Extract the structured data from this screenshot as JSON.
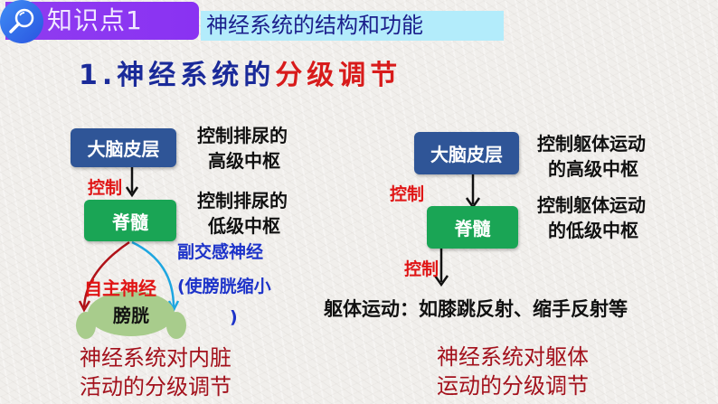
{
  "header": {
    "badge_label": "知识点1",
    "badge_icon": "magnifier-icon",
    "topic": "神经系统的结构和功能",
    "colors": {
      "badge": "#8a32f2",
      "icon_circle": "#2a55e0",
      "topic_bg": "#b3ecfb",
      "topic_text": "#1b1f8c"
    }
  },
  "section_title": {
    "prefix": "1.神经系统的",
    "highlight": "分级调节",
    "colors": {
      "prefix": "#1a2a99",
      "highlight": "#d81b1b"
    }
  },
  "left_diagram": {
    "top_box": "大脑皮层",
    "top_note": [
      "控制排尿的",
      "高级中枢"
    ],
    "control_label": "控制",
    "middle_box": "脊髓",
    "middle_note": [
      "控制排尿的",
      "低级中枢"
    ],
    "autonomic_label": "自主神经",
    "parasympathetic": [
      "副交感神经",
      "(使膀胱缩小",
      ")"
    ],
    "target": "膀胱",
    "caption": [
      "神经系统对内脏",
      "活动的分级调节"
    ],
    "arrow_colors": {
      "left": "#b01218",
      "right": "#1ea6e0"
    }
  },
  "right_diagram": {
    "top_box": "大脑皮层",
    "top_note": [
      "控制躯体运动",
      "的高级中枢"
    ],
    "control_label_1": "控制",
    "middle_box": "脊髓",
    "middle_note": [
      "控制躯体运动",
      "的低级中枢"
    ],
    "control_label_2": "控制",
    "result": "躯体运动：如膝跳反射、缩手反射等",
    "caption": [
      "神经系统对躯体",
      "运动的分级调节"
    ]
  }
}
